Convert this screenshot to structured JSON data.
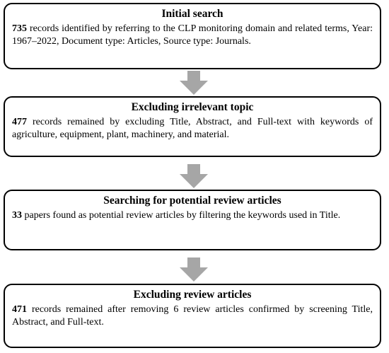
{
  "colors": {
    "border": "#000000",
    "arrow": "#a6a6a6",
    "background": "#ffffff"
  },
  "steps": [
    {
      "title": "Initial search",
      "count": "735",
      "text": " records identified by referring to the CLP monitoring domain and related terms, Year: 1967–2022, Document type: Articles, Source type: Journals."
    },
    {
      "title": "Excluding irrelevant topic",
      "count": "477",
      "text": " records remained by excluding Title, Abstract, and Full-text with keywords of agriculture, equipment, plant, machinery, and material."
    },
    {
      "title": "Searching for potential review articles",
      "count": "33",
      "text": " papers found as potential review articles by filtering the keywords used in Title."
    },
    {
      "title": "Excluding review articles",
      "count": "471",
      "text": " records remained after removing 6 review articles confirmed by screening Title, Abstract, and Full-text."
    }
  ]
}
